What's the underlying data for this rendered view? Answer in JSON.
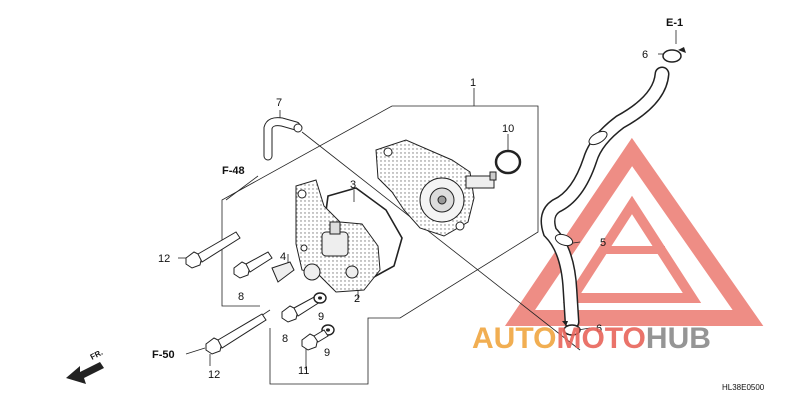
{
  "diagram": {
    "callouts": {
      "c1": "1",
      "c2": "2",
      "c3": "3",
      "c4": "4",
      "c5": "5",
      "c6a": "6",
      "c6b": "6",
      "c7": "7",
      "c8a": "8",
      "c8b": "8",
      "c9a": "9",
      "c9b": "9",
      "c10": "10",
      "c11": "11",
      "c12a": "12",
      "c12b": "12"
    },
    "refs": {
      "e1": "E-1",
      "f48": "F-48",
      "f50": "F-50"
    },
    "direction": "FR.",
    "drawing_code": "HL38E0500"
  },
  "watermark": {
    "brand_part1": "AUTO",
    "brand_part2": "MOTO",
    "brand_part3": "HUB",
    "colors": {
      "red": "#e8645a",
      "orange": "#f0a640",
      "gray": "#8a8a8a"
    }
  }
}
